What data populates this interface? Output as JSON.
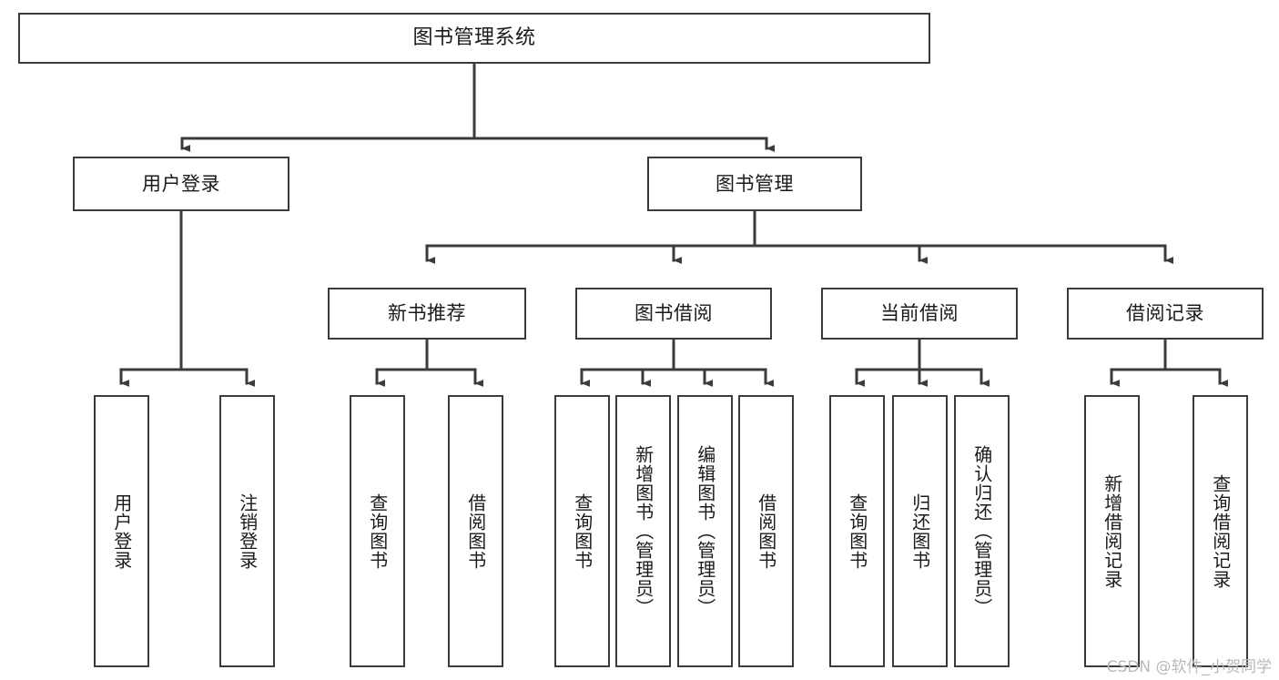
{
  "diagram": {
    "title": "图书管理系统",
    "type": "tree-hierarchy-diagram",
    "watermark": "CSDN @软件_小贺同学",
    "colors": {
      "stroke": "#3b3b3b",
      "background": "#ffffff",
      "text": "#1a1a1a",
      "watermark": "#b9b9b9"
    },
    "nodes": {
      "root": {
        "label": "图书管理系统"
      },
      "level2": [
        {
          "id": "user-login",
          "label": "用户登录"
        },
        {
          "id": "book-manage",
          "label": "图书管理"
        }
      ],
      "level3": [
        {
          "id": "new-book-recommend",
          "label": "新书推荐"
        },
        {
          "id": "book-borrow",
          "label": "图书借阅"
        },
        {
          "id": "current-borrow",
          "label": "当前借阅"
        },
        {
          "id": "borrow-record",
          "label": "借阅记录"
        }
      ],
      "leaves": {
        "user-login": [
          {
            "id": "leaf-user-login",
            "label": "用户登录"
          },
          {
            "id": "leaf-logout-login",
            "label": "注销登录"
          }
        ],
        "new-book-recommend": [
          {
            "id": "leaf-query-book-1",
            "label": "查询图书"
          },
          {
            "id": "leaf-borrow-book-1",
            "label": "借阅图书"
          }
        ],
        "book-borrow": [
          {
            "id": "leaf-query-book-2",
            "label": "查询图书"
          },
          {
            "id": "leaf-add-book",
            "label": "新增图书（管理员）"
          },
          {
            "id": "leaf-edit-book",
            "label": "编辑图书（管理员）"
          },
          {
            "id": "leaf-borrow-book-2",
            "label": "借阅图书"
          }
        ],
        "current-borrow": [
          {
            "id": "leaf-query-book-3",
            "label": "查询图书"
          },
          {
            "id": "leaf-return-book",
            "label": "归还图书"
          },
          {
            "id": "leaf-confirm-return",
            "label": "确认归还（管理员）"
          }
        ],
        "borrow-record": [
          {
            "id": "leaf-add-record",
            "label": "新增借阅记录"
          },
          {
            "id": "leaf-query-record",
            "label": "查询借阅记录"
          }
        ]
      }
    }
  }
}
